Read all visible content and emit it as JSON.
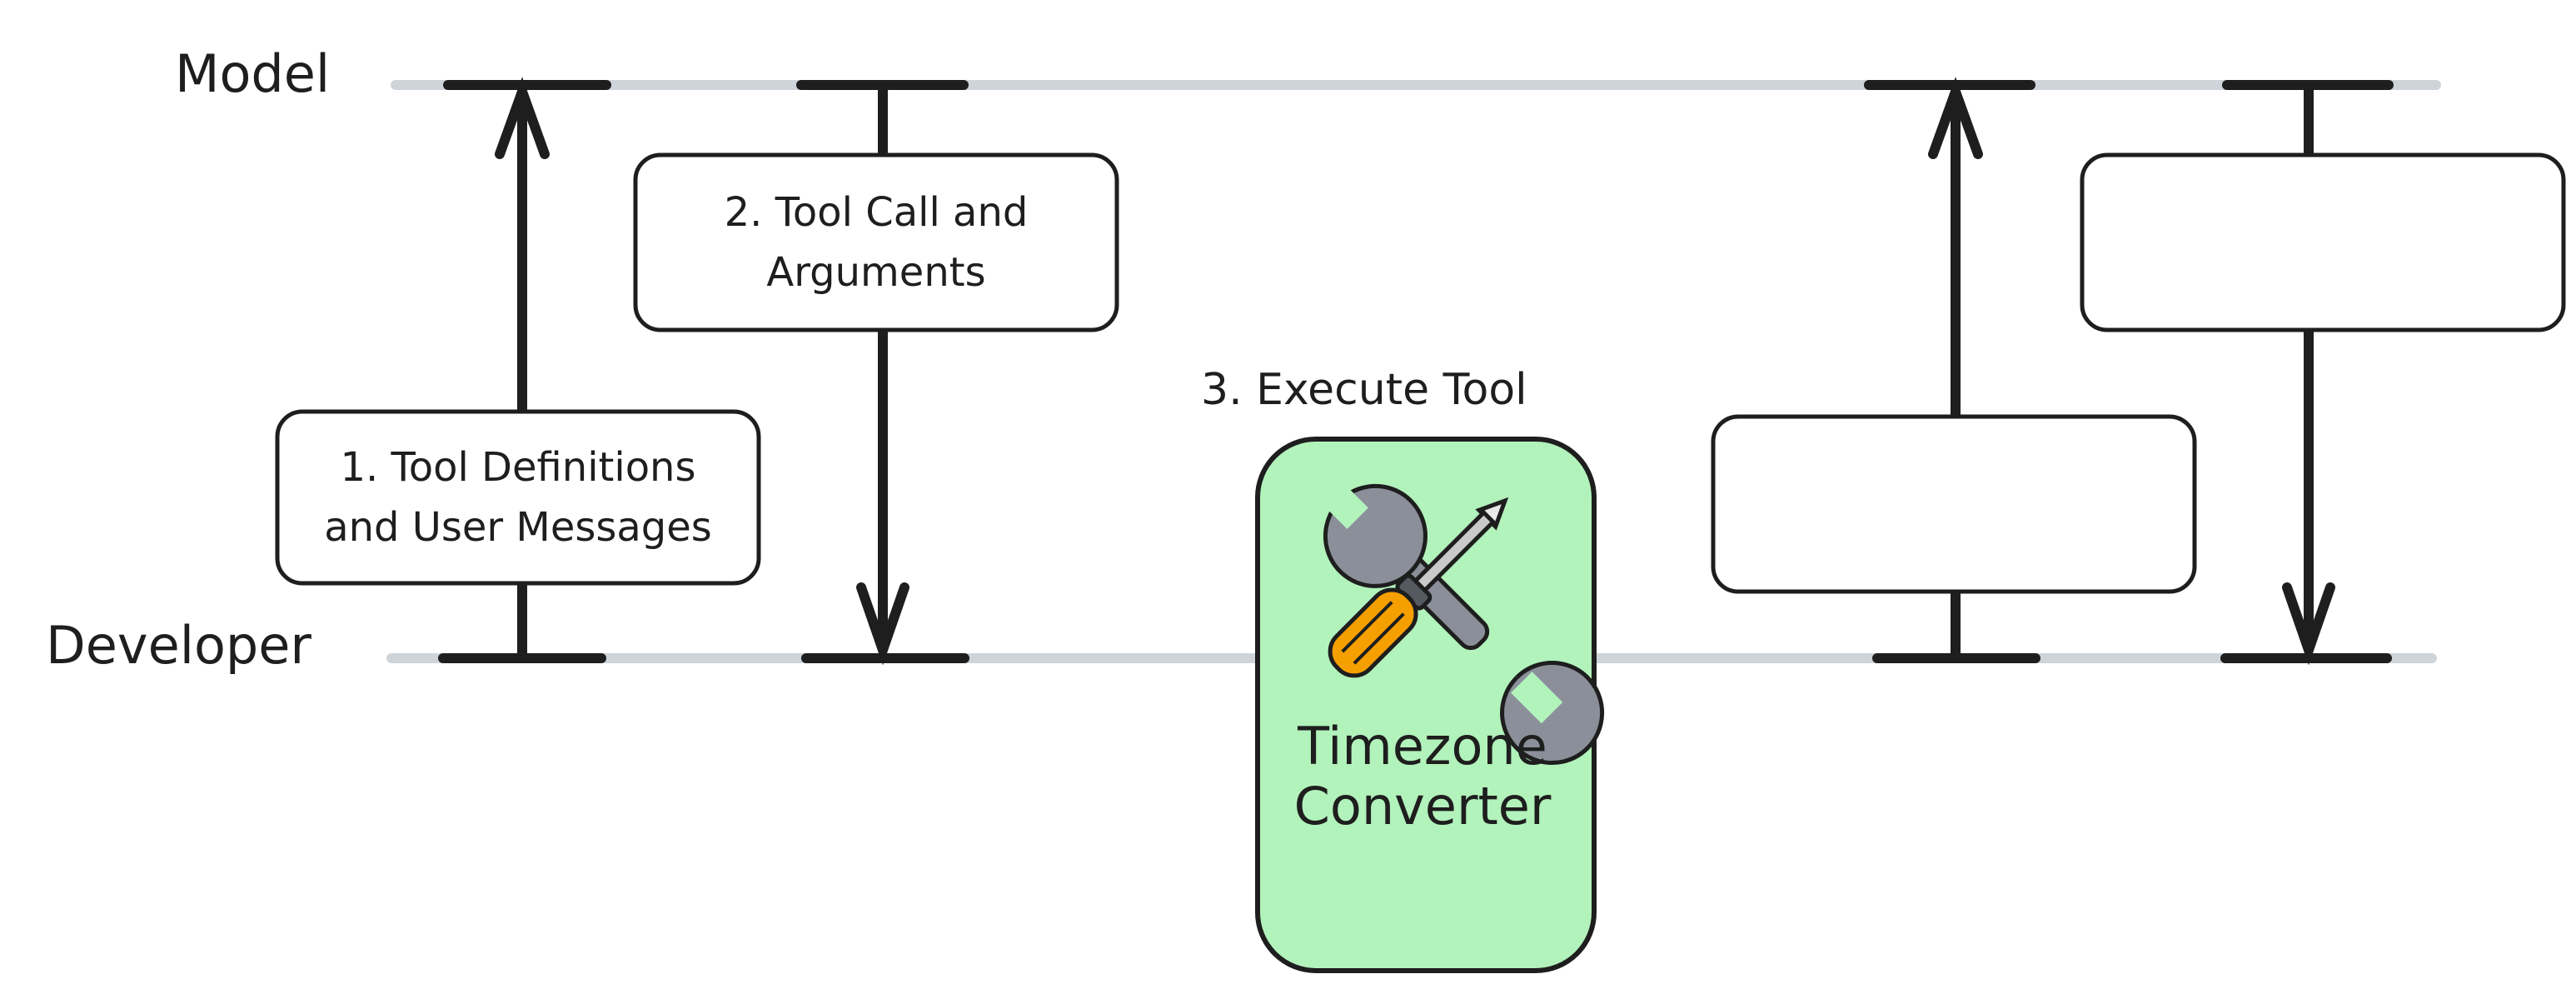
{
  "lanes": {
    "model": "Model",
    "developer": "Developer"
  },
  "steps": {
    "step1": "1. Tool Definitions\nand User Messages",
    "step2": "2. Tool Call and\nArguments",
    "step3": "3. Execute Tool",
    "step4": "",
    "step5": ""
  },
  "tool": {
    "name": "Timezone\nConverter",
    "icon": "tools-icon"
  },
  "colors": {
    "line": "#1e1e1e",
    "lane": "#ced4da",
    "tool_fill": "#b2f2bb",
    "box_fill": "#ffffff"
  }
}
